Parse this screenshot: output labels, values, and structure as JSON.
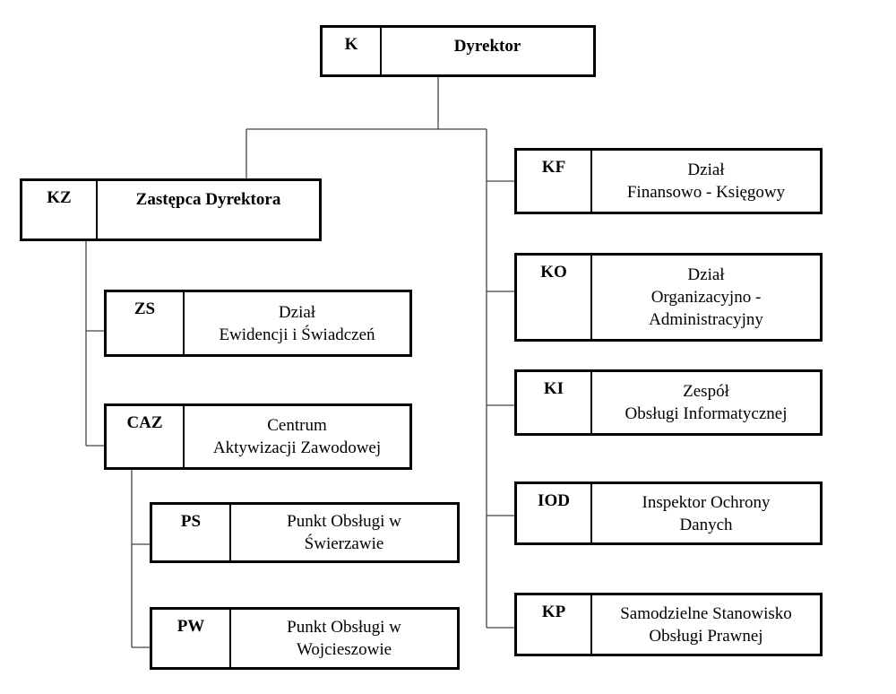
{
  "units": {
    "director": {
      "code": "K",
      "lines": [
        "Dyrektor"
      ]
    },
    "deputy": {
      "code": "KZ",
      "lines": [
        "Zastępca Dyrektora"
      ]
    },
    "zs": {
      "code": "ZS",
      "lines": [
        "Dział",
        "Ewidencji i Świadczeń"
      ]
    },
    "caz": {
      "code": "CAZ",
      "lines": [
        "Centrum",
        "Aktywizacji Zawodowej"
      ]
    },
    "ps": {
      "code": "PS",
      "lines": [
        "Punkt Obsługi w",
        "Świerzawie"
      ]
    },
    "pw": {
      "code": "PW",
      "lines": [
        "Punkt Obsługi w",
        "Wojcieszowie"
      ]
    },
    "kf": {
      "code": "KF",
      "lines": [
        "Dział",
        "Finansowo - Księgowy"
      ]
    },
    "ko": {
      "code": "KO",
      "lines": [
        "Dział",
        "Organizacyjno -",
        "Administracyjny"
      ]
    },
    "ki": {
      "code": "KI",
      "lines": [
        "Zespół",
        "Obsługi Informatycznej"
      ]
    },
    "iod": {
      "code": "IOD",
      "lines": [
        "Inspektor Ochrony",
        "Danych"
      ]
    },
    "kp": {
      "code": "KP",
      "lines": [
        "Samodzielne Stanowisko",
        "Obsługi Prawnej"
      ]
    }
  }
}
